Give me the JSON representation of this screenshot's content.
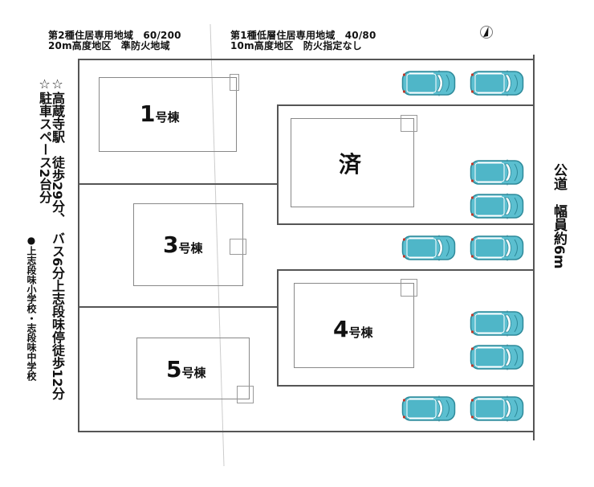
{
  "zoning": {
    "left": {
      "line1": "第2種住居専用地域　60/200",
      "line2": "20m高度地区　準防火地域"
    },
    "right": {
      "line1": "第1種低層住居専用地域　40/80",
      "line2": "10m高度地区　防火指定なし"
    }
  },
  "side_notes": {
    "station": "☆高蔵寺駅　徒歩29分、　バス6分上志段味停徒歩12分",
    "parking": "☆駐車スペース2台分",
    "schools": "●上志段味小学校・志段味中学校"
  },
  "road": "公道　幅員約6m",
  "lots": [
    {
      "number": "1",
      "suffix": "号棟"
    },
    {
      "number": "済",
      "suffix": ""
    },
    {
      "number": "3",
      "suffix": "号棟"
    },
    {
      "number": "4",
      "suffix": "号棟"
    },
    {
      "number": "5",
      "suffix": "号棟"
    }
  ],
  "colors": {
    "car": "#5bbfd0",
    "car_outline": "#2e8a9a",
    "lines": "#555555"
  },
  "icons": [
    "compass-icon",
    "car-icon"
  ]
}
